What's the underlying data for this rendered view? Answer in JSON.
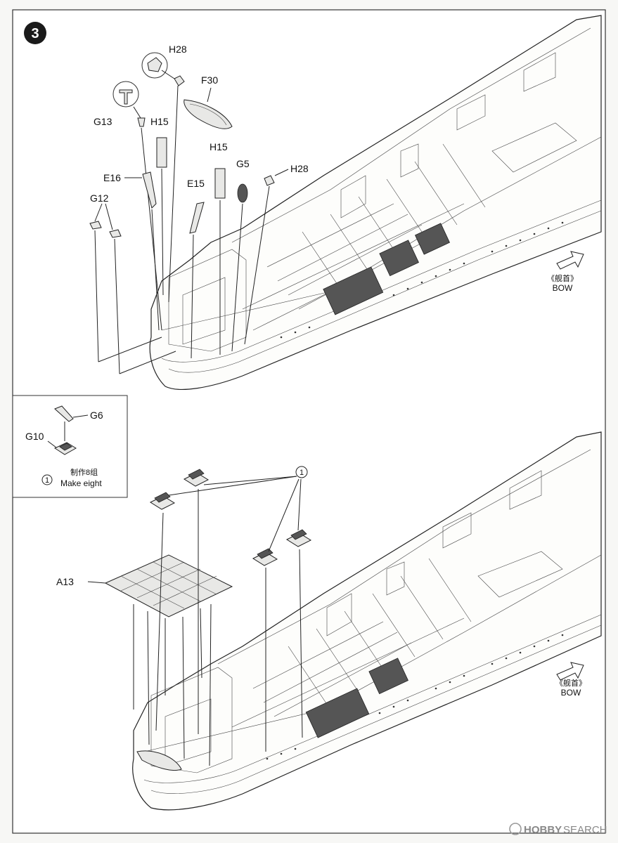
{
  "step": {
    "number": "3"
  },
  "labels": {
    "top": {
      "h28a": "H28",
      "f30": "F30",
      "g13": "G13",
      "h15a": "H15",
      "h15b": "H15",
      "g5": "G5",
      "h28b": "H28",
      "e16": "E16",
      "e15": "E15",
      "g12": "G12"
    },
    "bottom": {
      "a13": "A13",
      "callout": "1"
    }
  },
  "subassembly": {
    "g6": "G6",
    "g10": "G10",
    "circle": "1",
    "note_cn": "制作8组",
    "note_en": "Make eight"
  },
  "bow_top": {
    "cn": "《舰首》",
    "en": "BOW"
  },
  "bow_bottom": {
    "cn": "《舰首》",
    "en": "BOW"
  },
  "watermark": {
    "brand": "HOBBY",
    "rest": "SEARCH"
  }
}
